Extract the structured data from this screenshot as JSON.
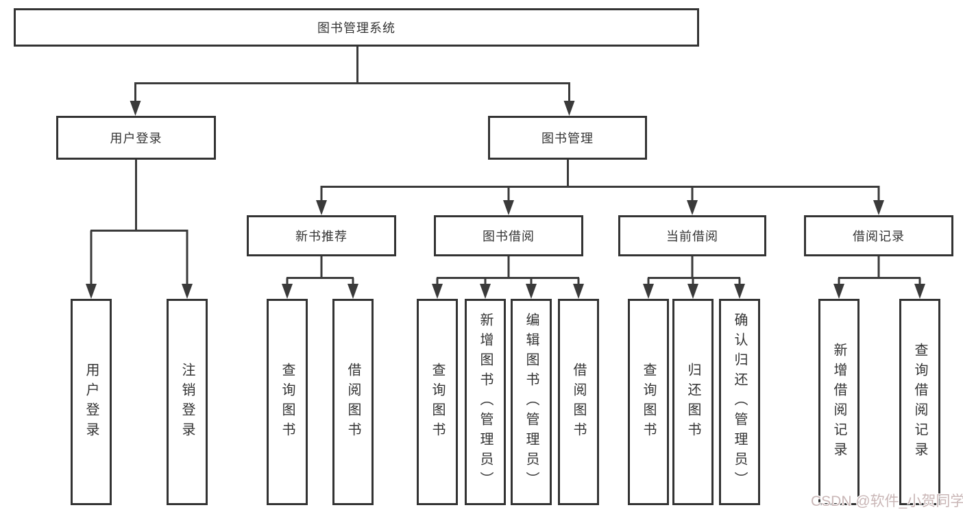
{
  "diagram_title": "图书管理系统",
  "nodes": {
    "root": "图书管理系统",
    "userLogin": "用户登录",
    "bookMgmt": "图书管理",
    "newBookRec": "新书推荐",
    "bookBorrow": "图书借阅",
    "currentBorrow": "当前借阅",
    "borrowRecords": "借阅记录",
    "leafUserLogin": "用户登录",
    "leafLogout": "注销登录",
    "recQueryBook": "查询图书",
    "recBorrowBook": "借阅图书",
    "borQueryBook": "查询图书",
    "borAddBook": "新增图书（管理员）",
    "borEditBook": "编辑图书（管理员）",
    "borBorrowBook": "借阅图书",
    "curQueryBook": "查询图书",
    "curReturnBook": "归还图书",
    "curConfirmReturn": "确认归还（管理员）",
    "recAddRecord": "新增借阅记录",
    "recQueryRecord": "查询借阅记录"
  },
  "watermark": "CSDN @软件_小贺同学",
  "colors": {
    "line": "#3a3a3a",
    "boxBorder": "#333333",
    "text": "#333333",
    "watermark": "#c9b6b6",
    "background": "#ffffff"
  }
}
